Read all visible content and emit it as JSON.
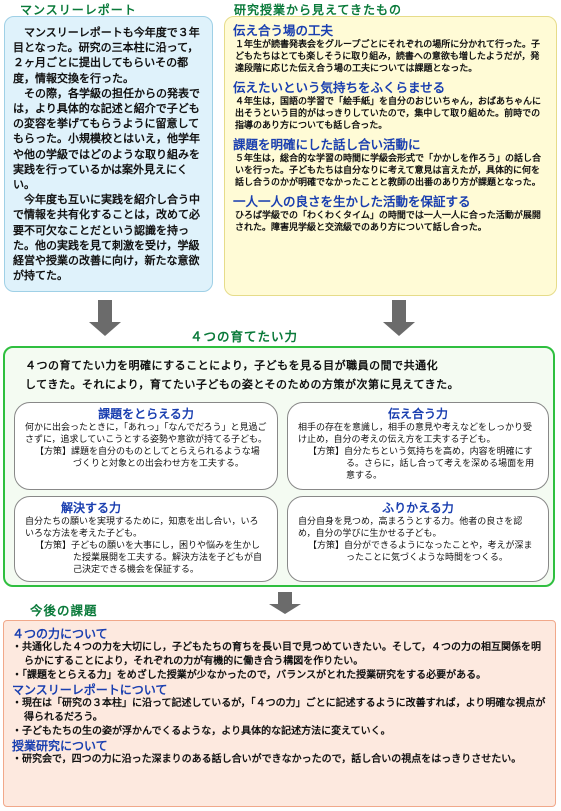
{
  "header": {
    "left_title": "マンスリーレポート",
    "right_title": "研究授業から見えてきたもの"
  },
  "monthly": {
    "p1": "マンスリーレポートも今年度で３年目となった。研究の三本柱に沿って，２ヶ月ごとに提出してもらいその都度，情報交換を行った。",
    "p2": "その際，各学級の担任からの発表では，より具体的な記述と紹介で子どもの変容を挙げてもらうように留意してもらった。小規模校とはいえ，他学年や他の学級ではどのような取り組みを実践を行っているかは案外見えにくい。",
    "p3": "今年度も互いに実践を紹介し合う中で情報を共有化することは，改めて必要不可欠なことだという認識を持った。他の実践を見て刺激を受け，学級経営や授業の改善に向け，新たな意欲が持てた。"
  },
  "research": {
    "items": [
      {
        "heading": "伝え合う場の工夫",
        "text": "１年生が読書発表会をグループごとにそれぞれの場所に分かれて行った。子どもたちはとても楽しそうに取り組み，読書への意欲も増したようだが，発達段階に応じた伝え合う場の工夫については課題となった。"
      },
      {
        "heading": "伝えたいという気持ちをふくらませる",
        "text": "４年生は，国語の学習で「絵手紙」を自分のおじいちゃん，おばあちゃんに出そうという目的がはっきりしていたので，集中して取り組めた。前時での指導のあり方についても話し合った。"
      },
      {
        "heading": "課題を明確にした話し合い活動に",
        "text": "５年生は，総合的な学習の時間に学級会形式で「かかしを作ろう」の話し合いを行った。子どもたちは自分なりに考えて意見は言えたが，具体的に何を話し合うのかが明確でなかったことと教師の出番のあり方が課題となった。"
      },
      {
        "heading": "一人一人の良さを生かした活動を保証する",
        "text": "ひろば学級での「わくわくタイム」の時間では一人一人に合った活動が展開された。障害児学級と交流級でのあり方について話し合った。"
      }
    ]
  },
  "four_powers": {
    "title": "４つの育てたい力",
    "intro_line1": "４つの育てたい力を明確にすることにより，子どもを見る目が職員の間で共通化",
    "intro_line2": "してきた。それにより，育てたい子どもの姿とそのための方策が次第に見えてきた。",
    "powers": [
      {
        "name": "課題をとらえる力",
        "desc": "何かに出会ったときに，「あれっ」「なんでだろう」と見過ごさずに，追求していこうとする姿勢や意欲が持てる子ども。",
        "plan_label": "【方策】",
        "plan": "課題を自分のものとしてとらえられるような場づくりと対象との出会わせ方を工夫する。"
      },
      {
        "name": "伝え合う力",
        "desc": "相手の存在を意識し，相手の意見や考えなどをしっかり受け止め，自分の考えの伝え方を工夫する子ども。",
        "plan_label": "【方策】",
        "plan": "自分たちという気持ちを高め，内容を明確にする。さらに，話し合って考えを深める場面を用意する。"
      },
      {
        "name": "解決する力",
        "desc": "自分たちの願いを実現するために，知恵を出し合い，いろいろな方法を考えた子ども。",
        "plan_label": "【方策】",
        "plan": "子どもの願いを大事にし，困りや悩みを生かした授業展開を工夫する。解決方法を子どもが自己決定できる機会を保証する。"
      },
      {
        "name": "ふりかえる力",
        "desc": "自分自身を見つめ，高まろうとする力。他者の良さを認め，自分の学びに生かせる子ども。",
        "plan_label": "【方策】",
        "plan": "自分ができるようになったことや，考えが深まったことに気づくような時間をつくる。"
      }
    ]
  },
  "future": {
    "title": "今後の課題",
    "sections": [
      {
        "heading": "４つの力について",
        "bullets": [
          "・共通化した４つの力を大切にし，子どもたちの育ちを長い目で見つめていきたい。そして，４つの力の相互関係を明らかにすることにより，それぞれの力が有機的に働き合う構図を作りたい。",
          "・「課題をとらえる力」をめざした授業が少なかったので，バランスがとれた授業研究をする必要がある。"
        ]
      },
      {
        "heading": "マンスリーレポートについて",
        "bullets": [
          "・現在は「研究の３本柱」に沿って記述しているが，「４つの力」ごとに記述するように改善すれば，より明確な視点が得られるだろう。",
          "・子どもたちの生の姿が浮かんでくるような，より具体的な記述方法に変えていく。"
        ]
      },
      {
        "heading": "授業研究について",
        "bullets": [
          "・研究会で，四つの力に沿った深まりのある話し合いができなかったので，話し合いの視点をはっきりさせたい。"
        ]
      }
    ]
  }
}
